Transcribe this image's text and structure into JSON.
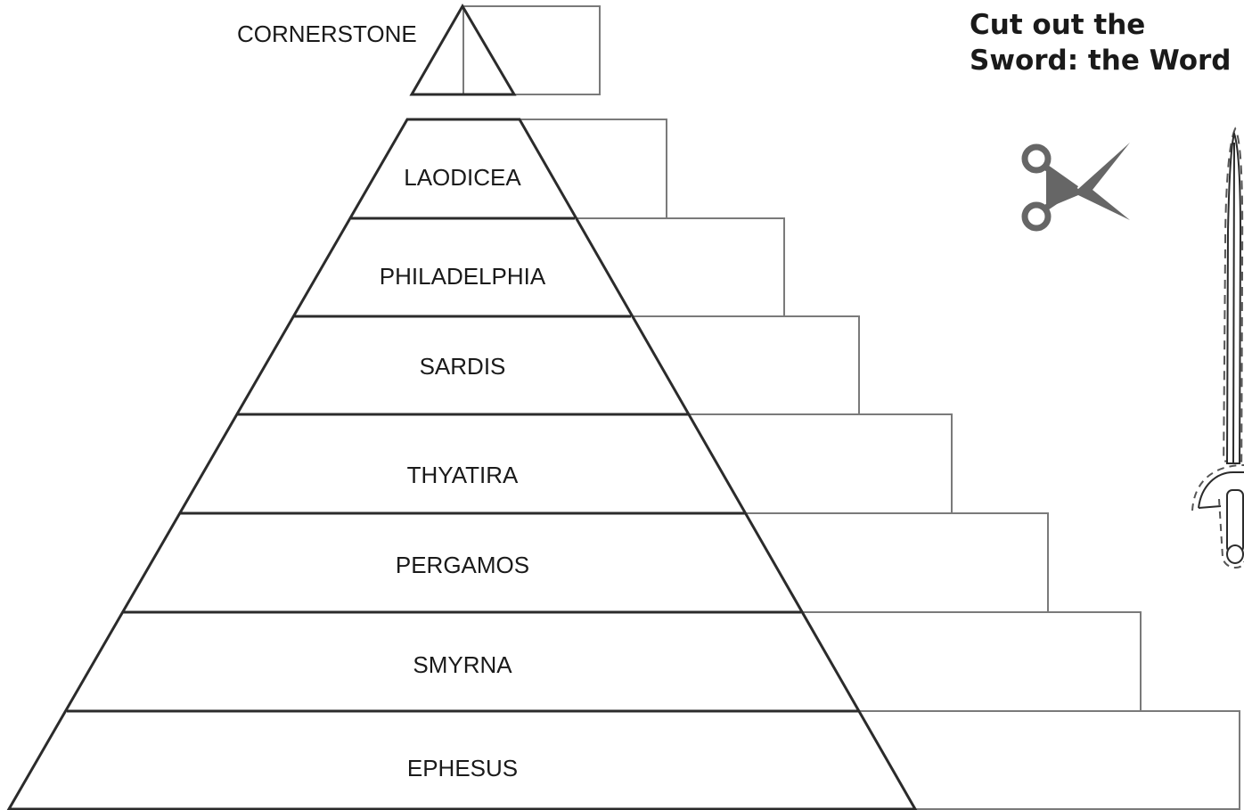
{
  "heading": {
    "line1": "Cut out the",
    "line2": "Sword: the Word"
  },
  "cornerstone": {
    "label": "CORNERSTONE"
  },
  "tiers": [
    {
      "label": "LAODICEA"
    },
    {
      "label": "PHILADELPHIA"
    },
    {
      "label": "SARDIS"
    },
    {
      "label": "THYATIRA"
    },
    {
      "label": "PERGAMOS"
    },
    {
      "label": "SMYRNA"
    },
    {
      "label": "EPHESUS"
    }
  ],
  "icons": {
    "scissors": "scissors-icon",
    "sword": "sword-icon"
  },
  "colors": {
    "outline": "#2b2b2b",
    "tab_outline": "#7a7a7a",
    "scissors": "#666666"
  }
}
